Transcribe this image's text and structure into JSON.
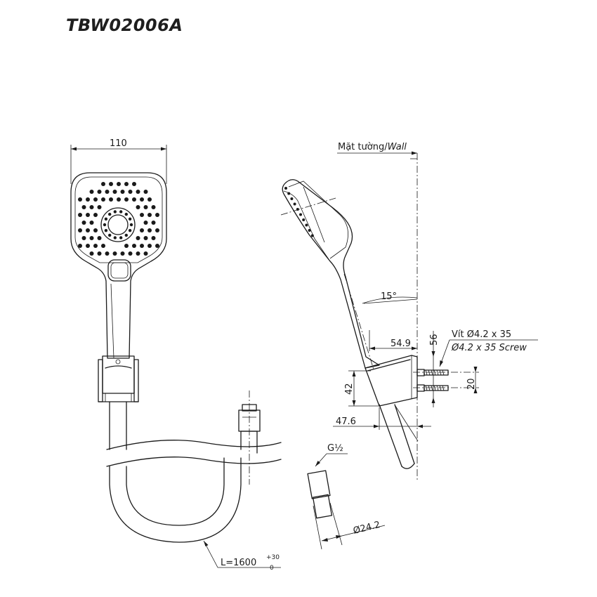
{
  "model": "TBW02006A",
  "dimensions": {
    "head_width": "110",
    "wall_label_vi": "Mặt tường/",
    "wall_label_en": "Wall",
    "angle": "15°",
    "bracket_offset": "54.9",
    "screw_spacing_top": "56",
    "screw_label_vi": "Vít Ø4.2 x 35",
    "screw_label_en": "Ø4.2 x 35 Screw",
    "bracket_height": "42",
    "hole_spacing": "20",
    "bracket_depth": "47.6",
    "thread": "G½",
    "nut_diameter": "Ø24.2",
    "hose_length": "L=1600",
    "hose_tol_upper": "+30",
    "hose_tol_lower": "0"
  }
}
